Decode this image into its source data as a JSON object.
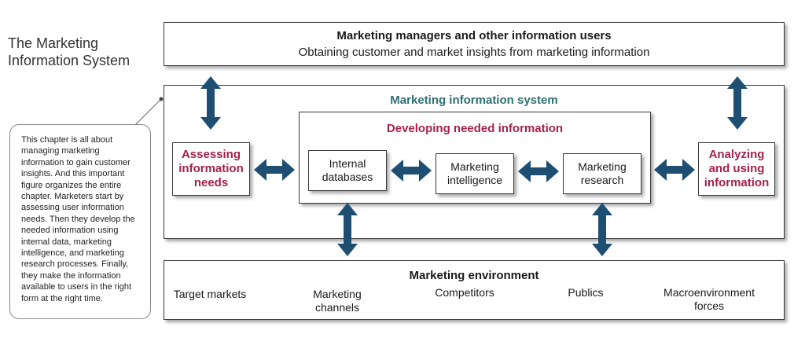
{
  "figure_title": "The Marketing\nInformation System",
  "callout_text": "This chapter is all about managing marketing information to gain customer insights. And this important figure organizes the entire chapter. Marketers start by assessing user information needs. Then they develop the needed information using internal data, marketing intelligence, and marketing research processes. Finally, they make the information available to users in the right form at the right time.",
  "top_box": {
    "title": "Marketing managers and other information users",
    "subtitle": "Obtaining customer and market insights from marketing information"
  },
  "mis_box": {
    "title": "Marketing information system"
  },
  "assessing": "Assessing information needs",
  "developing": {
    "title": "Developing needed information",
    "internal": "Internal databases",
    "intelligence": "Marketing intelligence",
    "research": "Marketing research"
  },
  "analyzing": "Analyzing and using information",
  "environment": {
    "title": "Marketing environment",
    "items": [
      "Target markets",
      "Marketing channels",
      "Competitors",
      "Publics",
      "Macroenvironment forces"
    ]
  },
  "colors": {
    "accent_red": "#a4224b",
    "accent_teal": "#2f6f72",
    "arrow": "#1f4e73"
  }
}
